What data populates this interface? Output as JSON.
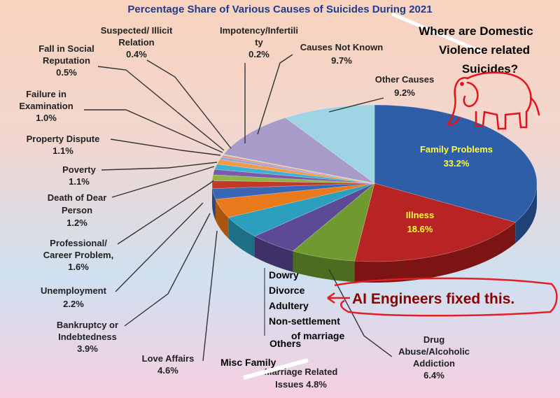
{
  "chart_data": {
    "type": "pie",
    "title": "Percentage Share of Various Causes of Suicides During 2021",
    "slices": [
      {
        "label": "Family Problems",
        "value": 33.2,
        "value_text": "33.2%",
        "color": "#2e5ea8",
        "side": "#1f4176"
      },
      {
        "label": "Illness",
        "value": 18.6,
        "value_text": "18.6%",
        "color": "#b82323",
        "side": "#7c1414"
      },
      {
        "label": "Drug Abuse/Alcoholic Addiction",
        "value": 6.4,
        "value_text": "6.4%",
        "color": "#6e9a2f",
        "side": "#4c6c1f"
      },
      {
        "label": "Marriage Related Issues",
        "value": 4.8,
        "value_text": "4.8%",
        "color": "#5d4a97",
        "side": "#3e3168"
      },
      {
        "label": "Love Affairs",
        "value": 4.6,
        "value_text": "4.6%",
        "color": "#2b9fbd",
        "side": "#1d6f84"
      },
      {
        "label": "Bankruptcy or Indebtedness",
        "value": 3.9,
        "value_text": "3.9%",
        "color": "#e97a1c",
        "side": "#a85510"
      },
      {
        "label": "Unemployment",
        "value": 2.2,
        "value_text": "2.2%",
        "color": "#3b66b5",
        "side": "#28467f"
      },
      {
        "label": "Professional/ Career Problem,",
        "value": 1.6,
        "value_text": "1.6%",
        "color": "#c0392b",
        "side": "#82251c"
      },
      {
        "label": "Death of Dear Person",
        "value": 1.2,
        "value_text": "1.2%",
        "color": "#8fb347",
        "side": "#637d30"
      },
      {
        "label": "Poverty",
        "value": 1.1,
        "value_text": "1.1%",
        "color": "#7b5aa8",
        "side": "#553e74"
      },
      {
        "label": "Property Dispute",
        "value": 1.1,
        "value_text": "1.1%",
        "color": "#3fb1d1",
        "side": "#2b7b91"
      },
      {
        "label": "Failure in Examination",
        "value": 1.0,
        "value_text": "1.0%",
        "color": "#f29a4a",
        "side": "#a86a30"
      },
      {
        "label": "Fall in Social Reputation",
        "value": 0.5,
        "value_text": "0.5%",
        "color": "#8fa7d8",
        "side": "#61739b"
      },
      {
        "label": "Suspected/ Illicit Relation",
        "value": 0.4,
        "value_text": "0.4%",
        "color": "#e58f8f",
        "side": "#a36262"
      },
      {
        "label": "Impotency/Infertility",
        "value": 0.2,
        "value_text": "0.2%",
        "color": "#c7dc9a",
        "side": "#8b9a6b"
      },
      {
        "label": "Causes Not Known",
        "value": 9.7,
        "value_text": "9.7%",
        "color": "#a99bc9",
        "side": "#766c8f"
      },
      {
        "label": "Other Causes",
        "value": 9.2,
        "value_text": "9.2%",
        "color": "#9ed4e3",
        "side": "#6e97a3"
      }
    ],
    "labels": {
      "family": [
        "Family Problems",
        "33.2%"
      ],
      "illness": [
        "Illness",
        "18.6%"
      ],
      "drug": [
        "Drug",
        "Abuse/Alcoholic",
        "Addiction",
        "6.4%"
      ],
      "marriage": [
        "Marriage Related",
        "Issues  4.8%"
      ],
      "love": [
        "Love Affairs",
        "4.6%"
      ],
      "bankruptcy": [
        "Bankruptcy or",
        "Indebtedness",
        "3.9%"
      ],
      "unemployment": [
        "Unemployment",
        "2.2%"
      ],
      "professional": [
        "Professional/",
        "Career Problem,",
        "1.6%"
      ],
      "death": [
        "Death of Dear",
        "Person",
        "1.2%"
      ],
      "poverty": [
        "Poverty",
        "1.1%"
      ],
      "property": [
        "Property Dispute",
        "1.1%"
      ],
      "failure": [
        "Failure in",
        "Examination",
        "1.0%"
      ],
      "fall": [
        "Fall in Social",
        "Reputation",
        "0.5%"
      ],
      "suspected": [
        "Suspected/ Illicit",
        "Relation",
        "0.4%"
      ],
      "impotency": [
        "Impotency/Infertili",
        "ty",
        "0.2%"
      ],
      "notknown": [
        "Causes Not Known",
        "9.7%"
      ],
      "other": [
        "Other Causes",
        "9.2%"
      ]
    }
  },
  "annotations": {
    "domestic_violence": [
      "Where are Domestic",
      "Violence related",
      "Suicides?"
    ],
    "dowry_list": [
      "Dowry",
      "Divorce",
      "Adultery",
      "Non-settlement",
      "of marriage"
    ],
    "others": "Others",
    "misc_family": "Misc Family",
    "ai_engineers": "AI Engineers fixed this.",
    "elephant_icon": "elephant-doodle-icon"
  }
}
